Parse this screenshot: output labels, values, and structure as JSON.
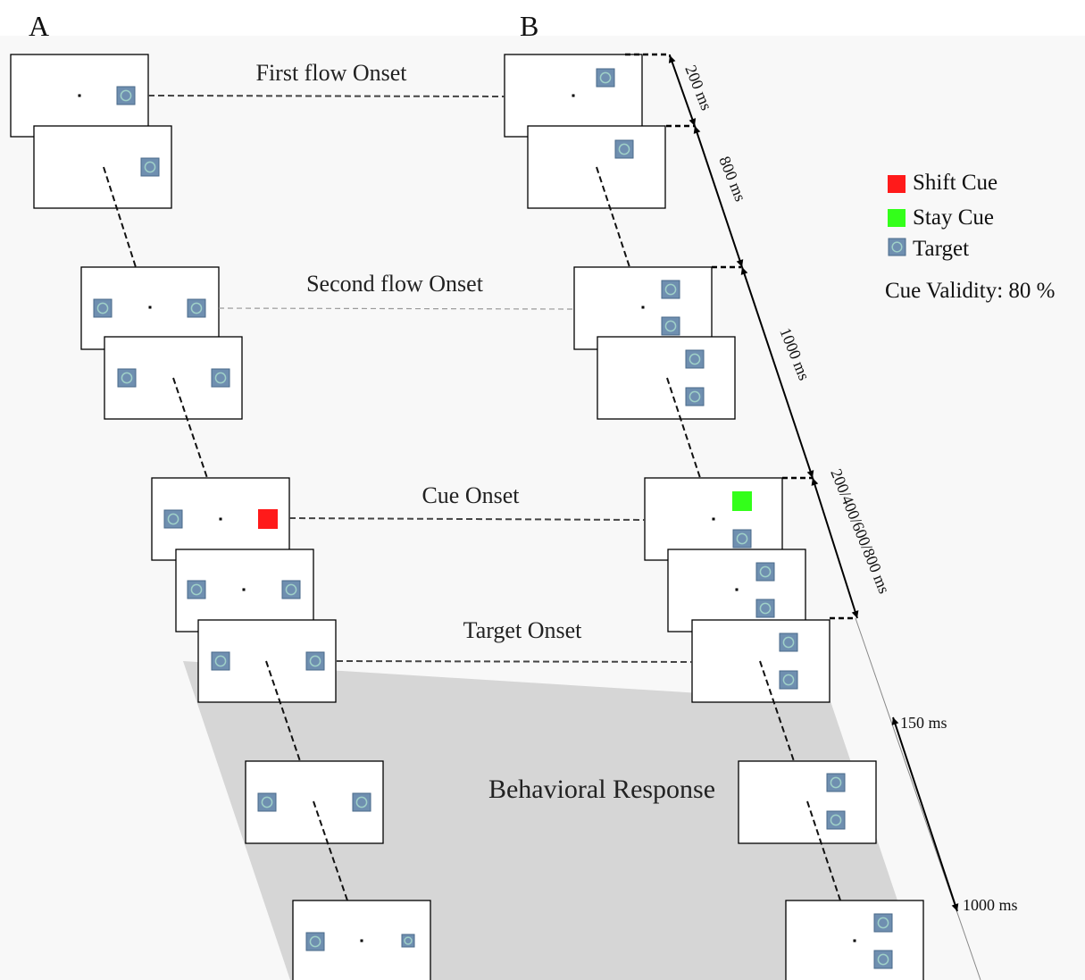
{
  "panel_labels": {
    "a": "A",
    "b": "B"
  },
  "onset_labels": {
    "first": "First flow Onset",
    "second": "Second flow Onset",
    "cue": "Cue Onset",
    "target": "Target Onset"
  },
  "response_label": "Behavioral Response",
  "timing_labels": {
    "t200": "200 ms",
    "t800": "800 ms",
    "t1000": "1000 ms",
    "tsoa": "200/400/600/800 ms",
    "t150": "150 ms",
    "t1000b": "1000 ms"
  },
  "legend": {
    "shift": "Shift Cue",
    "stay": "Stay Cue",
    "target": "Target",
    "validity": "Cue Validity: 80 %"
  },
  "colors": {
    "shift_cue": "#ff1a1a",
    "stay_cue": "#33ff1a",
    "response_region": "#d6d6d6",
    "stimulus": "#6f8fb0"
  }
}
